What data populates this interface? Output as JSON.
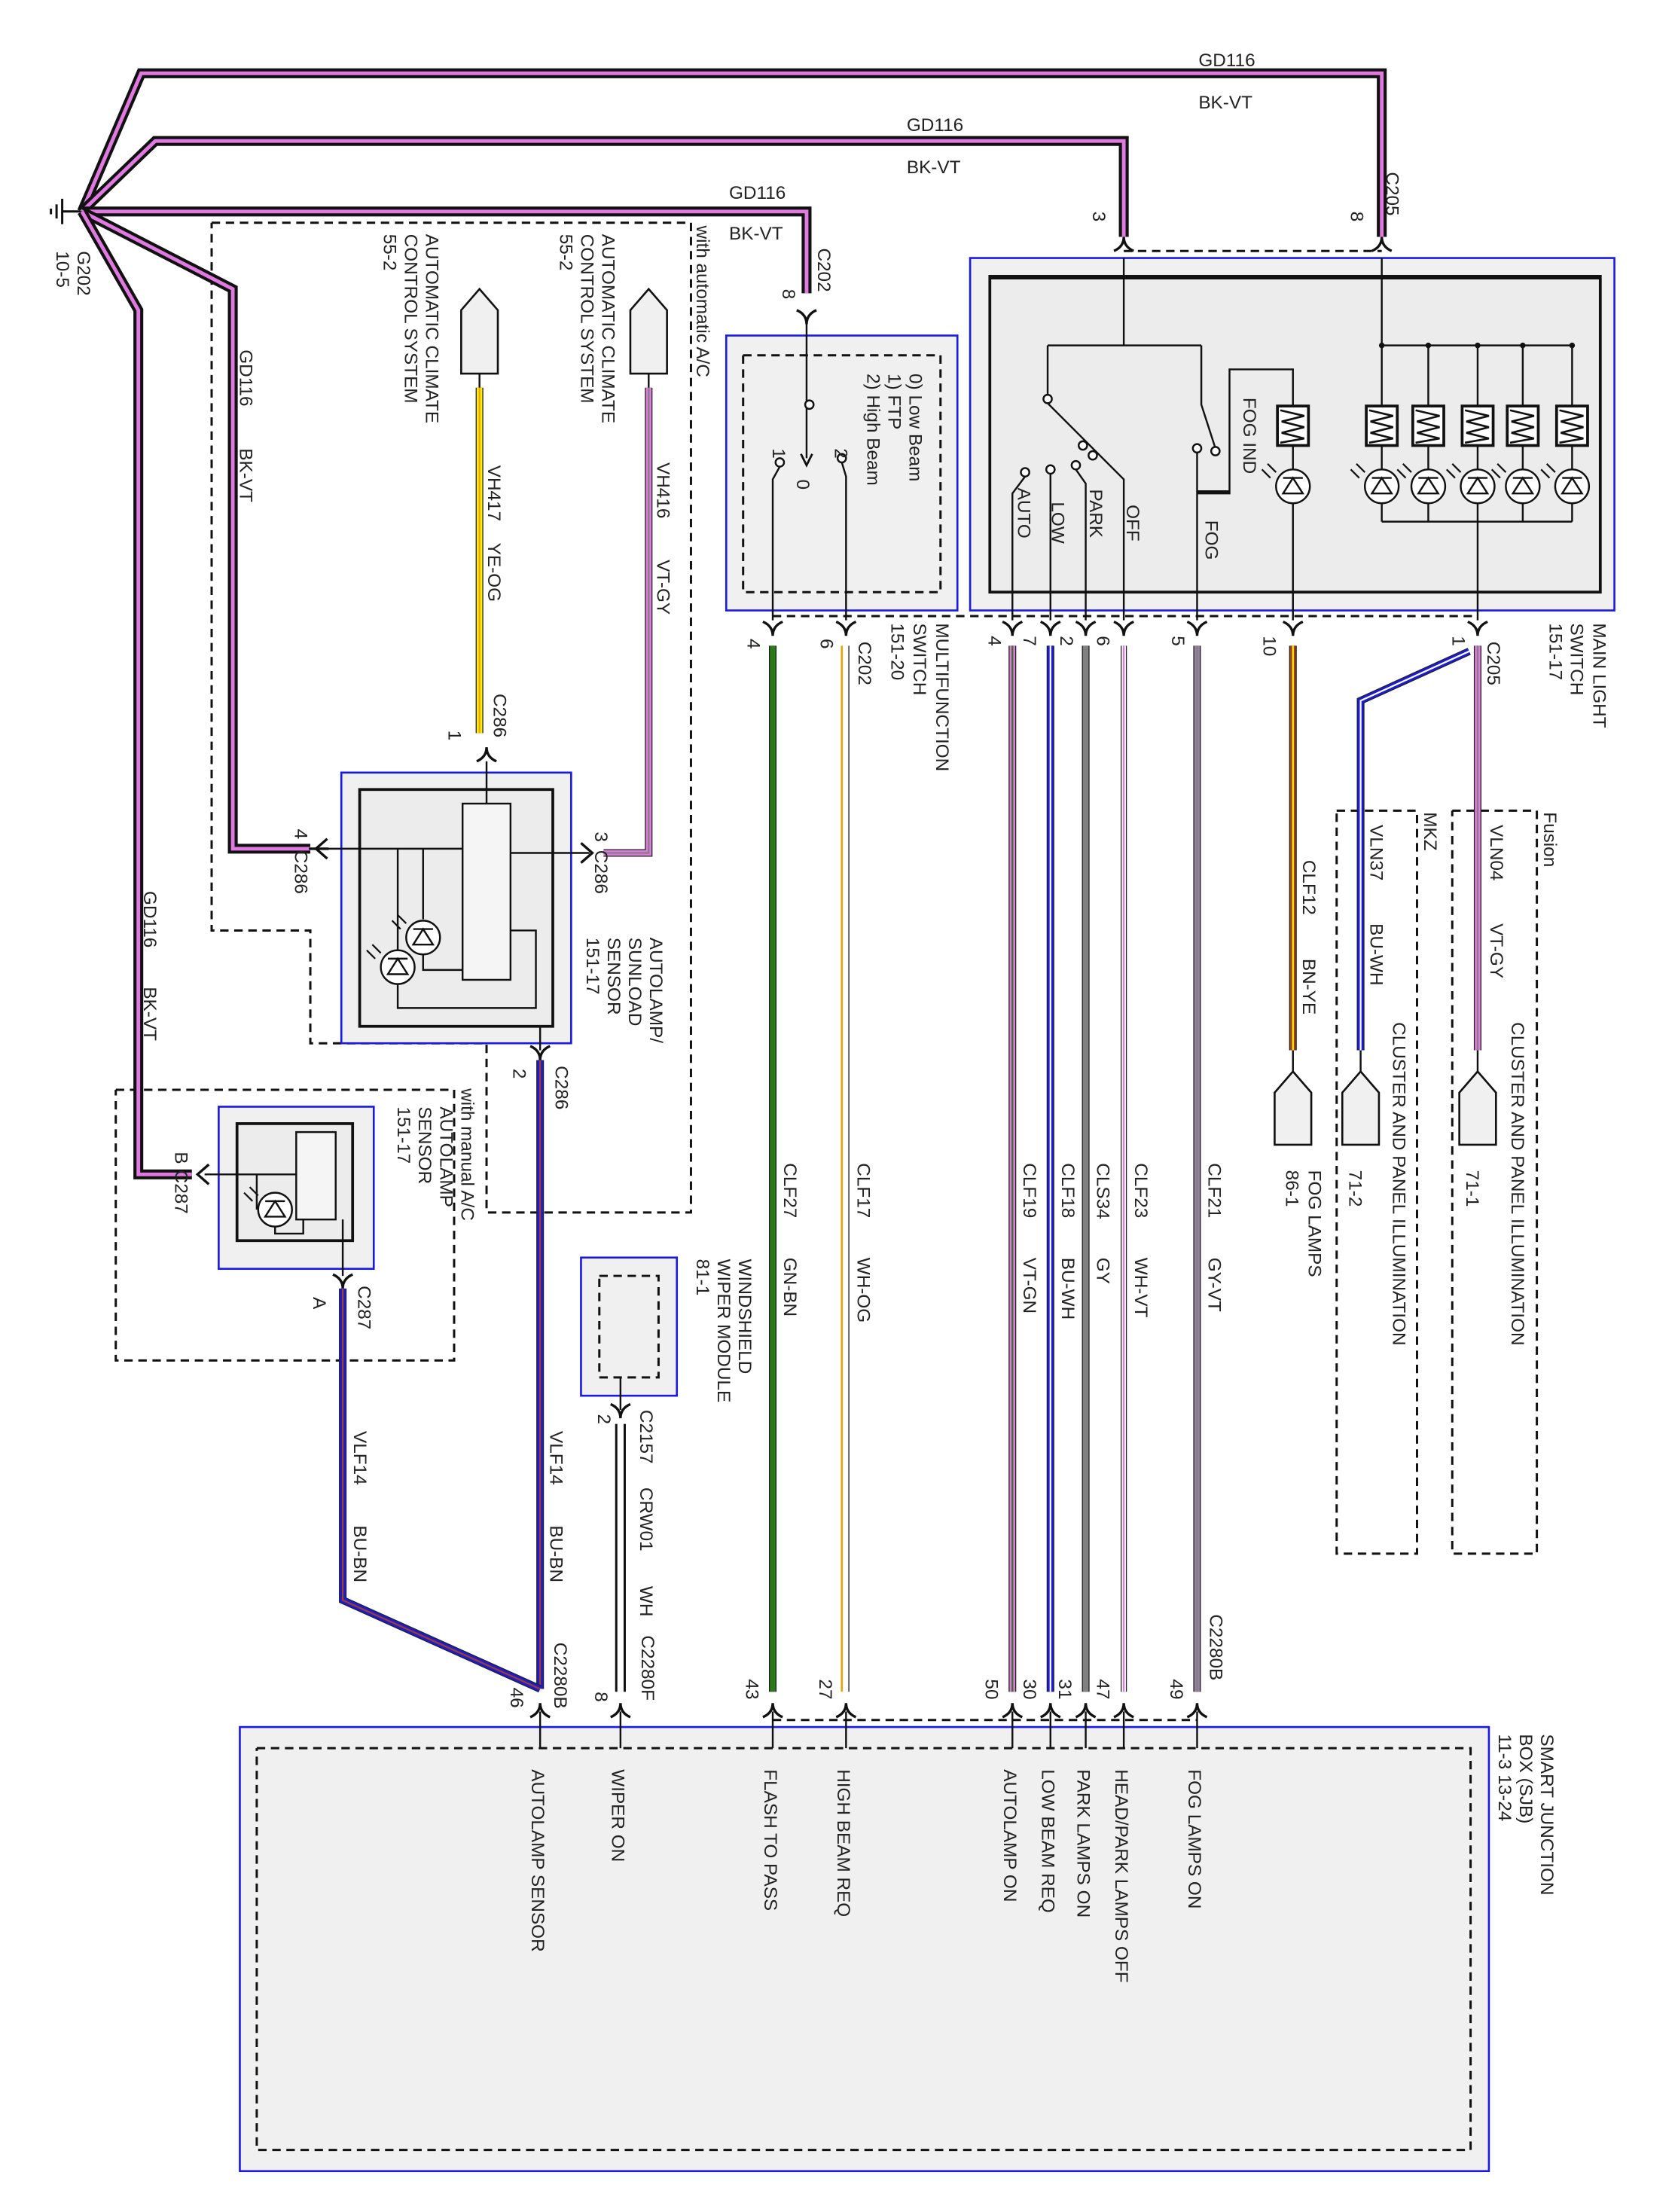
{
  "colors": {
    "BK": "#111111",
    "VT": "#e07ae0",
    "YE": "#ffee00",
    "OG": "#f0a000",
    "GY": "#808080",
    "GN": "#2a7a1a",
    "BN": "#a0401a",
    "BU": "#1a1ae0",
    "WH": "#ffffff",
    "box_border": "#1a1ae6",
    "box_fill": "#f0f0f0"
  },
  "ground": {
    "id": "G202",
    "ref": "10-5",
    "icon": "ground-icon"
  },
  "ground_wires": [
    {
      "circuit": "GD116",
      "color": "BK-VT"
    },
    {
      "circuit": "GD116",
      "color": "BK-VT"
    },
    {
      "circuit": "GD116",
      "color": "BK-VT"
    },
    {
      "circuit": "GD116",
      "color": "BK-VT"
    },
    {
      "circuit": "GD116",
      "color": "BK-VT"
    }
  ],
  "option_auto_ac": "with automatic A/C",
  "option_manual_ac": "with manual A/C",
  "climate_1": {
    "line1": "AUTOMATIC CLIMATE",
    "line2": "CONTROL SYSTEM",
    "ref": "55-2",
    "circuit": "VH417",
    "color": "YE-OG"
  },
  "climate_2": {
    "line1": "AUTOMATIC CLIMATE",
    "line2": "CONTROL SYSTEM",
    "ref": "55-2",
    "circuit": "VH416",
    "color": "VT-GY"
  },
  "sunload_sensor": {
    "line1": "AUTOLAMP/",
    "line2": "SUNLOAD",
    "line3": "SENSOR",
    "ref": "151-17",
    "connector": "C286",
    "pins": [
      "1",
      "2",
      "3",
      "4"
    ]
  },
  "autolamp_sensor": {
    "line1": "AUTOLAMP",
    "line2": "SENSOR",
    "ref": "151-17",
    "connector": "C287",
    "pins": [
      "A",
      "B"
    ]
  },
  "vlf14_a": {
    "circuit": "VLF14",
    "color": "BU-BN"
  },
  "vlf14_b": {
    "circuit": "VLF14",
    "color": "BU-BN"
  },
  "multifunction_switch": {
    "line1": "MULTIFUNCTION",
    "line2": "SWITCH",
    "ref": "151-20",
    "connector": "C202",
    "top_pin": "8",
    "pins": [
      "4",
      "6"
    ],
    "positions": [
      "0) Low Beam",
      "1) FTP",
      "2) High Beam"
    ],
    "contacts": [
      "1",
      "0",
      "2"
    ]
  },
  "main_light_switch": {
    "line1": "MAIN LIGHT",
    "line2": "SWITCH",
    "ref": "151-17",
    "connector": "C205",
    "top_pins": [
      "3",
      "8"
    ],
    "pins": [
      "4",
      "7",
      "2",
      "6",
      "5",
      "10",
      "1"
    ],
    "positions": [
      "AUTO",
      "LOW",
      "PARK",
      "OFF",
      "FOG",
      "FOG IND"
    ]
  },
  "wiper_module": {
    "line1": "WINDSHIELD",
    "line2": "WIPER MODULE",
    "ref": "81-1",
    "connector": "C2157",
    "pin": "2",
    "circuit": "CRW01",
    "color": "WH"
  },
  "fog_lamps": {
    "line1": "FOG LAMPS",
    "ref": "86-1",
    "circuit": "CLF12",
    "color": "BN-YE"
  },
  "cluster_1": {
    "label": "CLUSTER AND PANEL ILLUMINATION",
    "ref": "71-1",
    "variant": "Fusion",
    "circuit": "VLN04",
    "color": "VT-GY"
  },
  "cluster_2": {
    "label": "CLUSTER AND PANEL ILLUMINATION",
    "ref": "71-2",
    "variant": "MKZ",
    "circuit": "VLN37",
    "color": "BU-WH"
  },
  "wires": [
    {
      "circuit": "CLF27",
      "color": "GN-BN",
      "sjb_pin": "43",
      "input": "FLASH TO PASS"
    },
    {
      "circuit": "CLF17",
      "color": "WH-OG",
      "sjb_pin": "27",
      "input": "HIGH BEAM REQ"
    },
    {
      "circuit": "CLF19",
      "color": "VT-GN",
      "sjb_pin": "50",
      "input": "AUTOLAMP ON"
    },
    {
      "circuit": "CLF18",
      "color": "BU-WH",
      "sjb_pin": "30",
      "input": "LOW BEAM REQ"
    },
    {
      "circuit": "CLS34",
      "color": "GY",
      "sjb_pin": "31",
      "input": "PARK LAMPS ON"
    },
    {
      "circuit": "CLF23",
      "color": "WH-VT",
      "sjb_pin": "47",
      "input": "HEAD/PARK LAMPS OFF"
    },
    {
      "circuit": "CLF21",
      "color": "GY-VT",
      "sjb_pin": "49",
      "input": "FOG LAMPS ON"
    }
  ],
  "sjb": {
    "line1": "SMART JUNCTION",
    "line2": "BOX (SJB)",
    "ref": "11-3   13-24",
    "connector_b": "C2280B",
    "connector_f": "C2280F",
    "autolamp_pin": "46",
    "autolamp_input": "AUTOLAMP SENSOR",
    "wiper_pin": "8",
    "wiper_input": "WIPER ON"
  }
}
